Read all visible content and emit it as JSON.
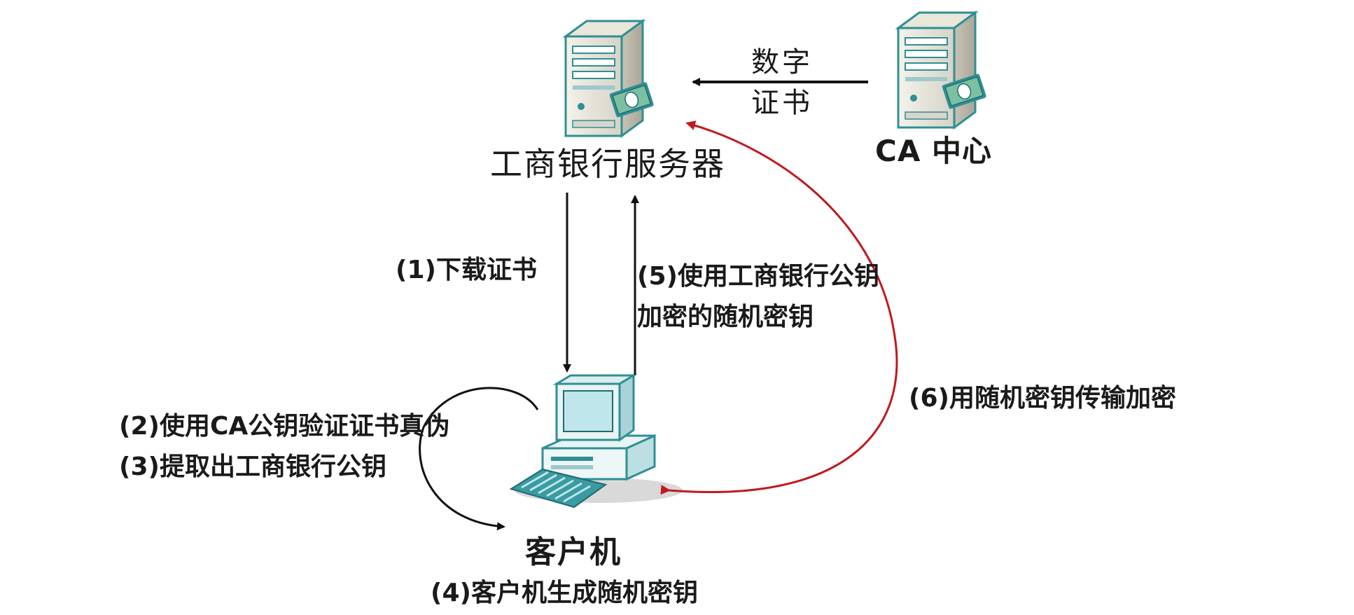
{
  "nodes": {
    "server": "工商银行服务器",
    "ca": "CA 中心",
    "client": "客户机"
  },
  "edges": {
    "cert_issue": [
      "数字",
      "证书"
    ],
    "step1": "(1)下载证书",
    "step5": [
      "(5)使用工商银行公钥",
      "加密的随机密钥"
    ],
    "step23": [
      "(2)使用CA公钥验证证书真伪",
      "(3)提取出工商银行公钥"
    ],
    "step6": "(6)用随机密钥传输加密",
    "step4": "(4)客户机生成随机密钥"
  },
  "colors": {
    "arrow_black": "#111111",
    "arrow_red": "#c0191f",
    "server_body": "#eceae2",
    "server_teal": "#2f8f95",
    "computer_teal": "#3a9ba3",
    "screen": "#bfe6ea"
  },
  "icons": [
    "server-icon",
    "ca-server-icon",
    "computer-icon",
    "banknote-icon"
  ]
}
